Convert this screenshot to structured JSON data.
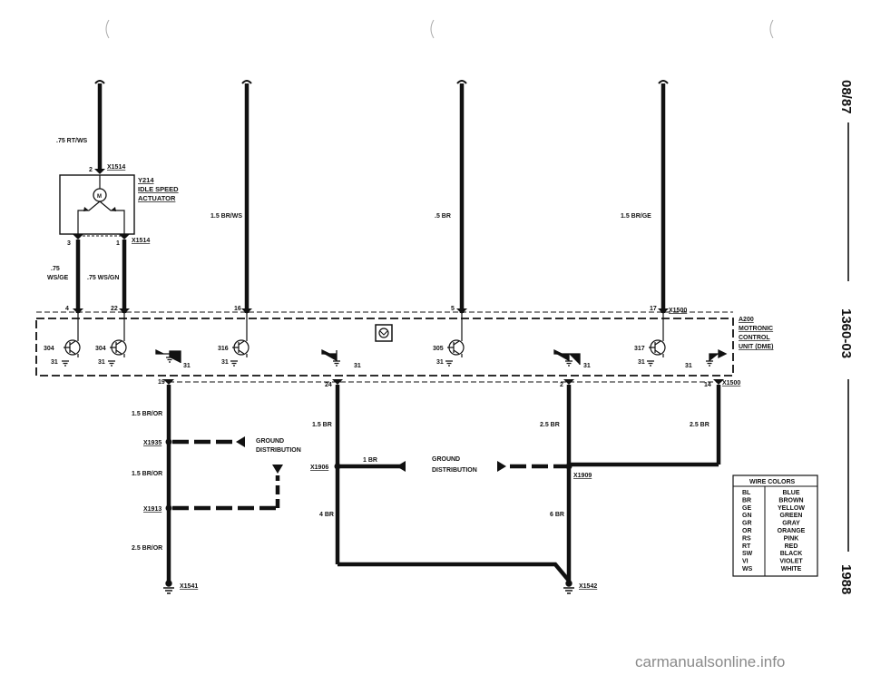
{
  "top_wires": [
    ".75 RT/WS",
    "1.5 BR/WS",
    ".5 BR",
    "1.5 BR/GE"
  ],
  "actuator": {
    "connector_top": "X1514",
    "connector_bottom": "X1514",
    "title_lines": [
      "Y214",
      "IDLE SPEED",
      "ACTUATOR"
    ],
    "pin_top": "2",
    "pin_left": "3",
    "pin_right": "1",
    "wire_left_lines": [
      ".75",
      "WS/GE"
    ],
    "wire_right": ".75 WS/GN"
  },
  "top_pins": [
    "4",
    "22",
    "16",
    "5",
    "17"
  ],
  "top_connector": "X1500",
  "module": {
    "title_lines": [
      "A200",
      "MOTRONIC",
      "CONTROL",
      "UNIT (DME)"
    ],
    "transistors": [
      "304",
      "304",
      "316",
      "305",
      "317"
    ],
    "grounds": [
      "31",
      "31",
      "31",
      "31",
      "31",
      "31",
      "31",
      "31",
      "31",
      "31"
    ]
  },
  "bottom_pins": [
    "19",
    "24",
    "2",
    "14"
  ],
  "bottom_connector": "X1500",
  "left_branch": {
    "wires": [
      "1.5 BR/OR",
      "1.5 BR/OR",
      "2.5 BR/OR"
    ],
    "splices": [
      "X1935",
      "X1913"
    ],
    "ground": "X1541"
  },
  "ground_distribution_lines": [
    "GROUND",
    "DISTRIBUTION"
  ],
  "right_branch": {
    "wires": [
      "1.5 BR",
      "1 BR",
      "4 BR",
      "2.5 BR",
      "2.5 BR",
      "6 BR"
    ],
    "splices": [
      "X1906",
      "X1909"
    ],
    "ground": "X1542"
  },
  "wire_colors": {
    "title": "WIRE COLORS",
    "rows": [
      [
        "BL",
        "BLUE"
      ],
      [
        "BR",
        "BROWN"
      ],
      [
        "GE",
        "YELLOW"
      ],
      [
        "GN",
        "GREEN"
      ],
      [
        "GR",
        "GRAY"
      ],
      [
        "OR",
        "ORANGE"
      ],
      [
        "RS",
        "PINK"
      ],
      [
        "RT",
        "RED"
      ],
      [
        "SW",
        "BLACK"
      ],
      [
        "VI",
        "VIOLET"
      ],
      [
        "WS",
        "WHITE"
      ]
    ]
  },
  "side_labels": [
    "08/87",
    "1360-03",
    "1988"
  ],
  "watermark": "carmanualsonline.info"
}
